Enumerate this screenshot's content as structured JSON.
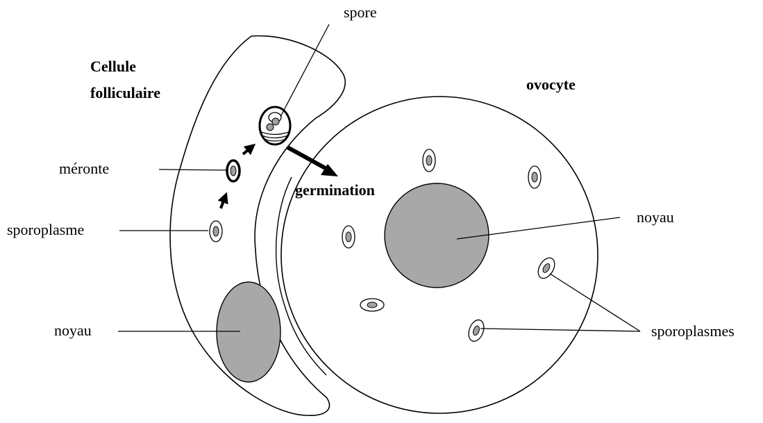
{
  "labels": {
    "spore": "spore",
    "cellule_line1": "Cellule",
    "cellule_line2": "folliculaire",
    "ovocyte": "ovocyte",
    "meronte": "méronte",
    "germination": "germination",
    "sporoplasme": "sporoplasme",
    "noyau_ovocyte": "noyau",
    "noyau_cellule": "noyau",
    "sporoplasmes": "sporoplasmes"
  },
  "colors": {
    "nucleus_fill": "#a8a8a8",
    "sporoplasm_fill": "#a0a0a0",
    "stroke": "#000000",
    "background": "#ffffff"
  }
}
